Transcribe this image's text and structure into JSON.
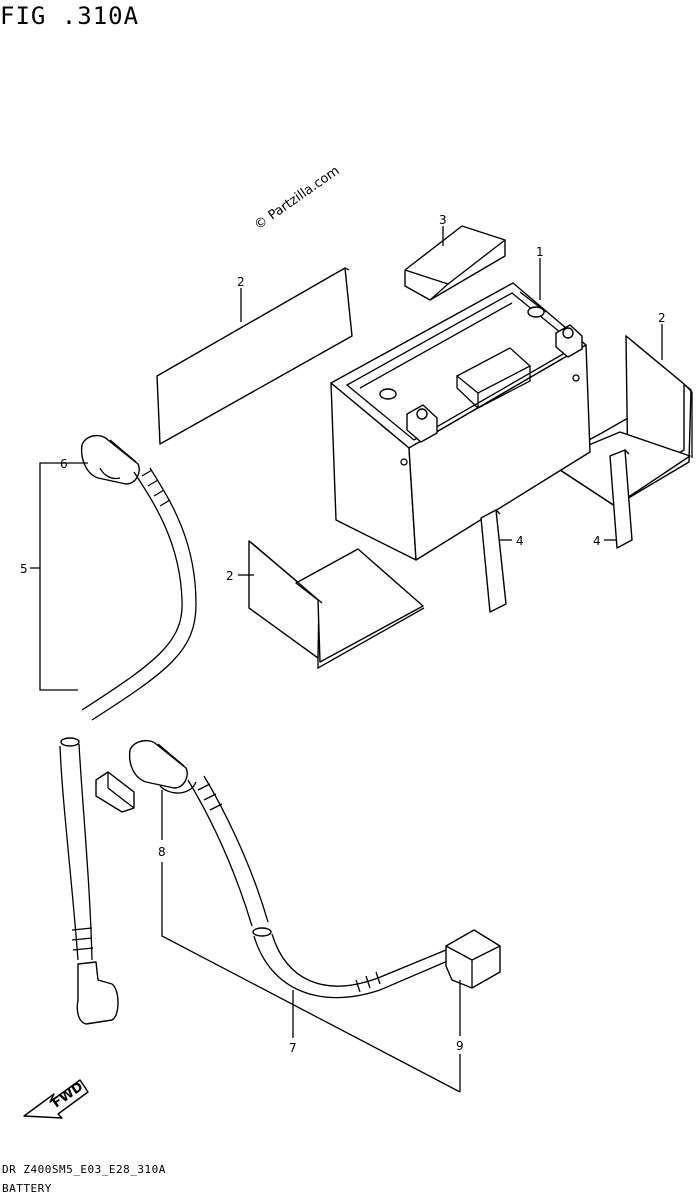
{
  "figure": {
    "title": "FIG .310A",
    "watermark": "© Partzilla.com",
    "model_code": "DR Z400SM5_E03_E28_310A",
    "section_name": "BATTERY",
    "fwd_label": "FWD"
  },
  "callouts": [
    "1",
    "2",
    "2",
    "2",
    "3",
    "4",
    "4",
    "5",
    "6",
    "7",
    "8",
    "9"
  ]
}
